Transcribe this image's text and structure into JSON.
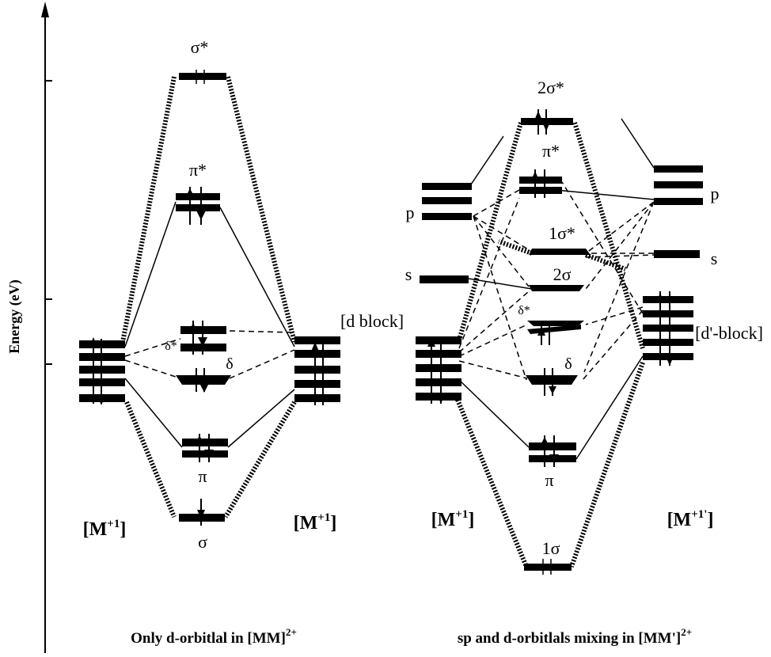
{
  "axis": {
    "title": "Energy (eV)"
  },
  "left_panel": {
    "caption": "Only d-orbitlal in [MM]",
    "caption_sup": "2+",
    "left_atom": "[M",
    "left_atom_sup": "+1",
    "left_atom_end": "]",
    "right_atom": "[M",
    "right_atom_sup": "+1",
    "right_atom_end": "]",
    "d_block_label": "[d block]",
    "orbitals": {
      "sigma_star": "σ*",
      "pi_star": "π*",
      "delta_star": "δ*",
      "delta": "δ",
      "pi": "π",
      "sigma": "σ"
    }
  },
  "right_panel": {
    "caption": "sp and d-orbitlals mixing in [MM']",
    "caption_sup": "2+",
    "left_atom": "[M",
    "left_atom_sup": "+1",
    "left_atom_end": "]",
    "right_atom": "[M",
    "right_atom_sup": "+1'",
    "right_atom_end": "]",
    "d_block_label": "[d'-block]",
    "p_left": "p",
    "s_left": "s",
    "p_right": "p",
    "s_right": "s",
    "orbitals": {
      "two_sigma_star": "2σ*",
      "pi_star": "π*",
      "one_sigma_star": "1σ*",
      "two_sigma": "2σ",
      "delta_star": "δ*",
      "delta": "δ",
      "pi": "π",
      "one_sigma": "1σ"
    }
  }
}
